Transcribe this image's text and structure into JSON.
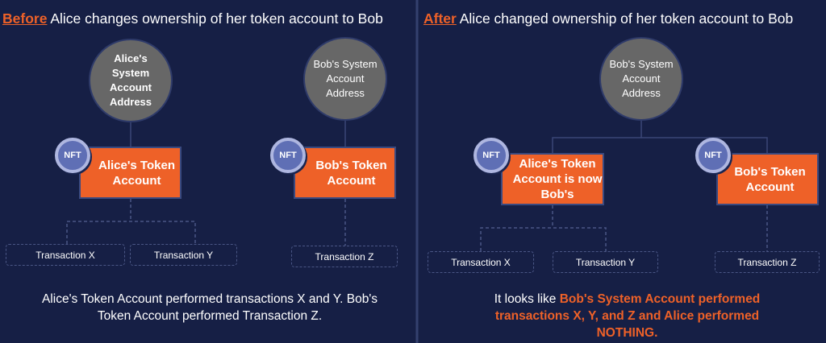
{
  "before": {
    "title_highlight": "Before",
    "title_rest": " Alice changes ownership of her token account to Bob",
    "alice_system": "Alice's System Account Address",
    "bob_system": "Bob's System Account Address",
    "alice_token": "Alice's Token Account",
    "bob_token": "Bob's Token Account",
    "nft": "NFT",
    "tx_x": "Transaction X",
    "tx_y": "Transaction Y",
    "tx_z": "Transaction Z",
    "caption": "Alice's Token Account performed transactions X and Y. Bob's Token Account performed Transaction Z."
  },
  "after": {
    "title_highlight": "After",
    "title_rest": " Alice changed ownership of her token account to Bob",
    "bob_system": "Bob's System Account Address",
    "alice_token": "Alice's Token Account is now Bob's",
    "bob_token": "Bob's Token Account",
    "nft": "NFT",
    "tx_x": "Transaction X",
    "tx_y": "Transaction Y",
    "tx_z": "Transaction Z",
    "caption_plain": "It looks like ",
    "caption_highlight": "Bob's System Account performed transactions X, Y, and Z and Alice performed NOTHING."
  },
  "colors": {
    "background": "#161f45",
    "accent": "#ee6128",
    "circle": "#676767"
  }
}
